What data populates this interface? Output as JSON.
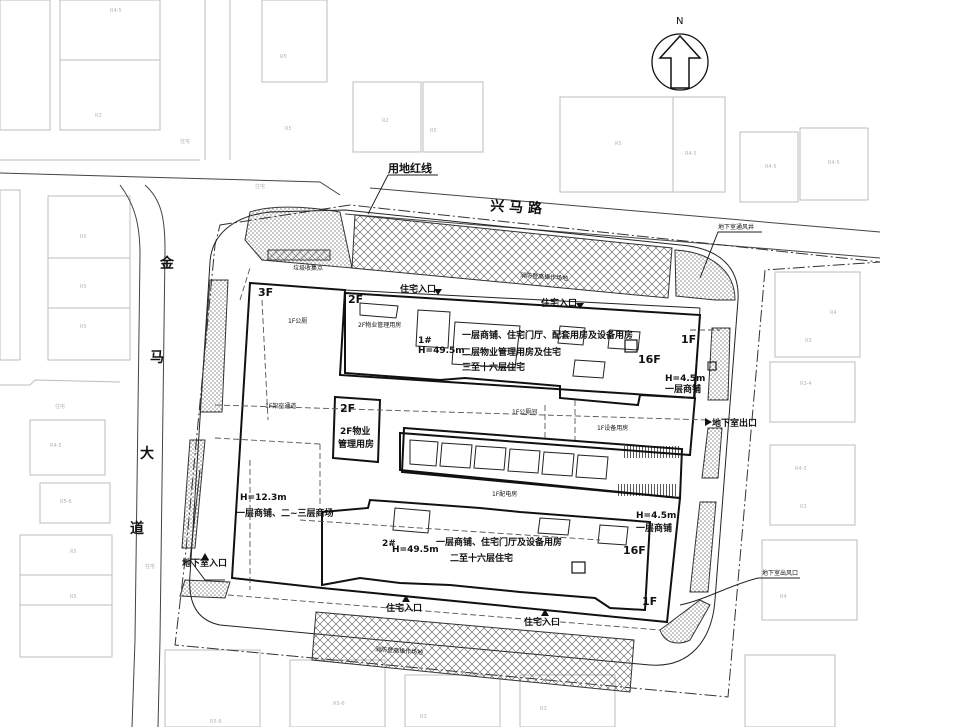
{
  "north_label": "N",
  "roads": {
    "north": "兴  马  路",
    "west": [
      "金",
      "马",
      "大",
      "道"
    ]
  },
  "callouts": {
    "red_line": "用地红线",
    "vent_ne": "地下室通风井",
    "vent_se": "地下室出风口",
    "vent_nw": "垃圾收集点"
  },
  "fire_fields": {
    "north": "消防登高操作场地",
    "south": "消防登高操作场地"
  },
  "entrances": {
    "res_n1": "住宅入口",
    "res_n2": "住宅入口",
    "res_s1": "住宅入口",
    "res_s2": "住宅入口",
    "garage_e": "地下室出口",
    "garage_w": "地下室入口"
  },
  "floors": {
    "f3": "3F",
    "f2a": "2F",
    "f2b": "2F",
    "f1a": "1F",
    "f1b": "1F",
    "f16a": "16F",
    "f16b": "16F"
  },
  "building1": {
    "id": "1#",
    "height": "H=49.5m",
    "desc1": "一层商铺、住宅门厅、配套用房及设备用房",
    "desc2": "二层物业管理用房及住宅",
    "desc3": "三至十六层住宅"
  },
  "building2": {
    "id": "2#",
    "height": "H=49.5m",
    "desc1": "一层商铺、住宅门厅及设备用房",
    "desc2": "二至十六层住宅"
  },
  "podium_w": {
    "height": "H=12.3m",
    "desc": "一层商铺、二~三层商场"
  },
  "shop_ne": {
    "height": "H=4.5m",
    "desc": "一层商铺"
  },
  "shop_se": {
    "height": "H=4.5m",
    "desc": "一层商铺"
  },
  "mgmt": {
    "line1": "2F物业",
    "line2": "管理用房"
  },
  "small_notes": {
    "n1": "1F公厕",
    "n2": "2F物业管理用房",
    "n3": "1F架空通道",
    "n4": "1F公厕间",
    "n5": "1F设备用房",
    "n6": "1F配电房"
  },
  "context_labels": [
    "R4-5",
    "R2",
    "R5",
    "R2",
    "R5",
    "R4-5",
    "R4-5",
    "R4-5",
    "R5",
    "R5",
    "R5",
    "R4-5",
    "R5-6",
    "R5",
    "R5",
    "R3",
    "R3-4",
    "R4-5",
    "R3",
    "R4",
    "R5-6",
    "R5-6",
    "R3",
    "R3",
    "R5",
    "R5",
    "R4",
    "住宅",
    "住宅",
    "住宅",
    "住宅"
  ]
}
